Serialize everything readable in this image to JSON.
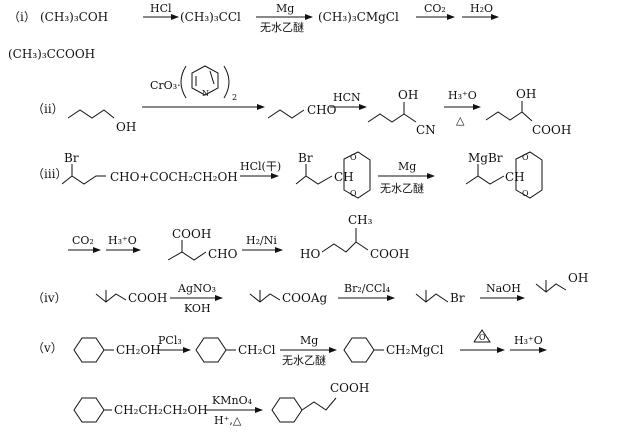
{
  "route_i": {
    "label": "（ⅰ）",
    "start": "(CH₃)₃COH",
    "reagent1": "HCl",
    "intermediate1": "(CH₃)₃CCl",
    "reagent2_top": "Mg",
    "reagent2_bottom": "无水乙醚",
    "intermediate2": "(CH₃)₃CMgCl",
    "reagent3": "CO₂",
    "reagent4": "H₂O",
    "product": "(CH₃)₃CCOOH"
  },
  "route_ii": {
    "label": "（ⅱ）",
    "start_group": "OH",
    "reagent1": "CrO₃·",
    "reagent1_sub": "2",
    "intermediate1_group": "CHO",
    "reagent2": "HCN",
    "intermediate2_groups": [
      "OH",
      "CN"
    ],
    "reagent3_top": "H₃⁺O",
    "reagent3_bottom": "△",
    "product_groups": [
      "OH",
      "COOH"
    ]
  },
  "route_iii": {
    "label": "（ⅲ）",
    "start_groups": [
      "Br",
      "CHO+COCH₂CH₂OH"
    ],
    "reagent1": "HCl(干)",
    "intermediate1_groups": [
      "Br",
      "CH"
    ],
    "reagent2_top": "Mg",
    "reagent2_bottom": "无水乙醚",
    "intermediate2_groups": [
      "MgBr",
      "CH"
    ],
    "reagent3": "CO₂",
    "reagent4": "H₃⁺O",
    "intermediate3_groups": [
      "COOH",
      "CHO"
    ],
    "reagent5": "H₂/Ni",
    "product_groups": [
      "CH₃",
      "HO",
      "COOH"
    ]
  },
  "route_iv": {
    "label": "（ⅳ）",
    "start_group": "COOH",
    "reagent1_top": "AgNO₃",
    "reagent1_bottom": "KOH",
    "intermediate1_group": "COOAg",
    "reagent2": "Br₂/CCl₄",
    "intermediate2_group": "Br",
    "reagent3": "NaOH",
    "product_group": "OH"
  },
  "route_v": {
    "label": "（ⅴ）",
    "start_group": "CH₂OH",
    "reagent1": "PCl₃",
    "intermediate1_group": "CH₂Cl",
    "reagent2_top": "Mg",
    "reagent2_bottom": "无水乙醚",
    "intermediate2_group": "CH₂MgCl",
    "reagent4": "H₃⁺O",
    "intermediate3_group": "CH₂CH₂CH₂OH",
    "reagent5_top": "KMnO₄",
    "reagent5_bottom": "H⁺,△",
    "product_group": "COOH"
  }
}
